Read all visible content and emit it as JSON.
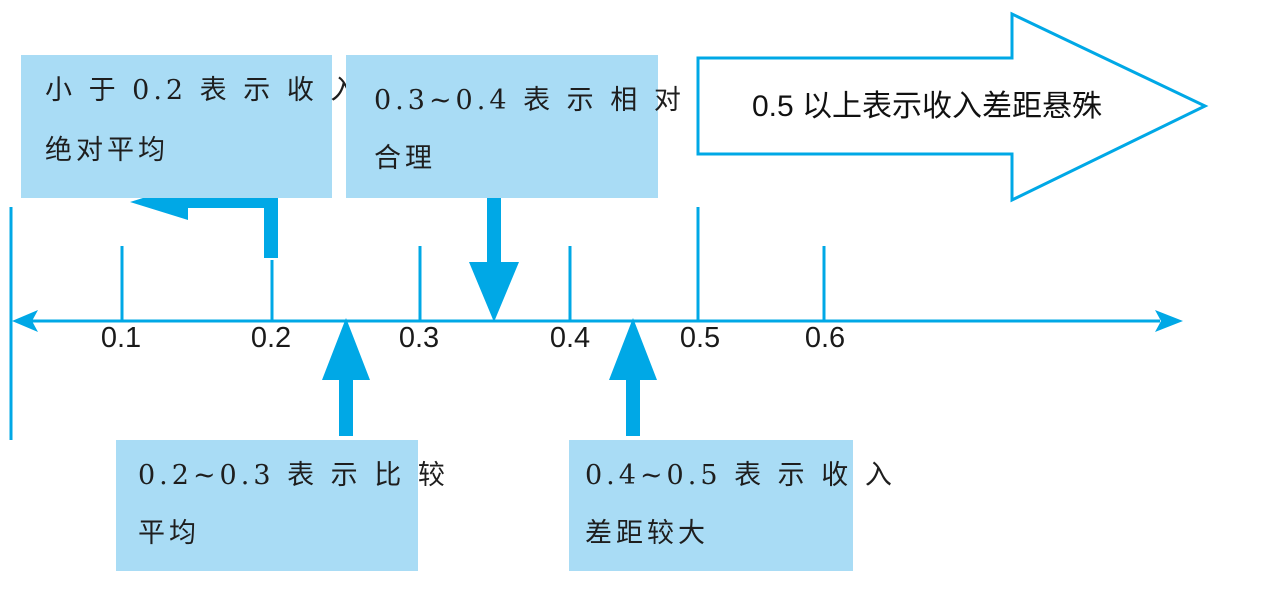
{
  "colors": {
    "accent": "#00a8e6",
    "box_fill": "#a9dcf5",
    "text": "#1e1e1e"
  },
  "scale": {
    "ticks": [
      "0.1",
      "0.2",
      "0.3",
      "0.4",
      "0.5",
      "0.6"
    ]
  },
  "boxes": {
    "below_02": {
      "line1": "小 于 0.2 表 示 收 入",
      "line2": "绝对平均"
    },
    "range_03_04": {
      "line1": "0.3~0.4 表 示 相 对",
      "line2": "合理"
    },
    "range_02_03": {
      "line1": "0.2~0.3 表 示 比 较",
      "line2": "平均"
    },
    "range_04_05": {
      "line1": "0.4~0.5 表 示 收 入",
      "line2": "差距较大"
    }
  },
  "big_arrow": {
    "label": "0.5 以上表示收入差距悬殊"
  }
}
